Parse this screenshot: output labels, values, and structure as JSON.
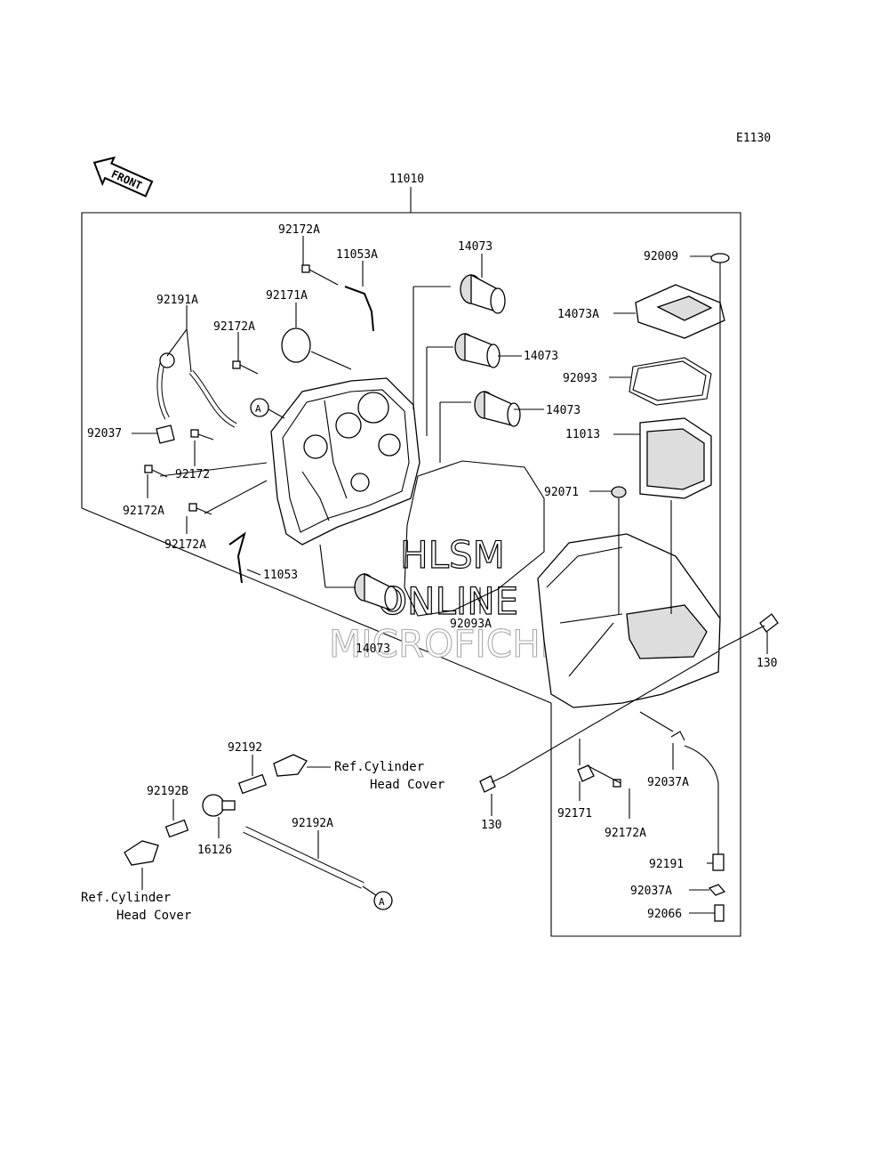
{
  "diagram_code": "E1130",
  "front_label": "FRONT",
  "assembly_number": "11010",
  "watermark": {
    "line1": "HLSM",
    "line2": "ONLINE",
    "line3": "MICROFICHE"
  },
  "callout_a": "A",
  "part_labels": {
    "p92172A_top": "92172A",
    "p11053A": "11053A",
    "p92171A": "92171A",
    "p92191A": "92191A",
    "p92172A_mid": "92172A",
    "p92037": "92037",
    "p92172": "92172",
    "p92172A_left": "92172A",
    "p92172A_low": "92172A",
    "p11053": "11053",
    "p14073_a": "14073",
    "p14073_b": "14073",
    "p14073_c": "14073",
    "p14073_d": "14073",
    "p92009": "92009",
    "p14073A": "14073A",
    "p92093": "92093",
    "p11013": "11013",
    "p92071": "92071",
    "p92093A": "92093A",
    "p130_right": "130",
    "p130_left": "130",
    "p92192": "92192",
    "p92192B": "92192B",
    "p16126": "16126",
    "p92192A": "92192A",
    "p92171": "92171",
    "p92172A_br": "92172A",
    "p92037A_a": "92037A",
    "p92191": "92191",
    "p92037A_b": "92037A",
    "p92066": "92066"
  },
  "ref_notes": {
    "ref_right_line1": "Ref.Cylinder",
    "ref_right_line2": "Head Cover",
    "ref_left_line1": "Ref.Cylinder",
    "ref_left_line2": "Head Cover"
  }
}
